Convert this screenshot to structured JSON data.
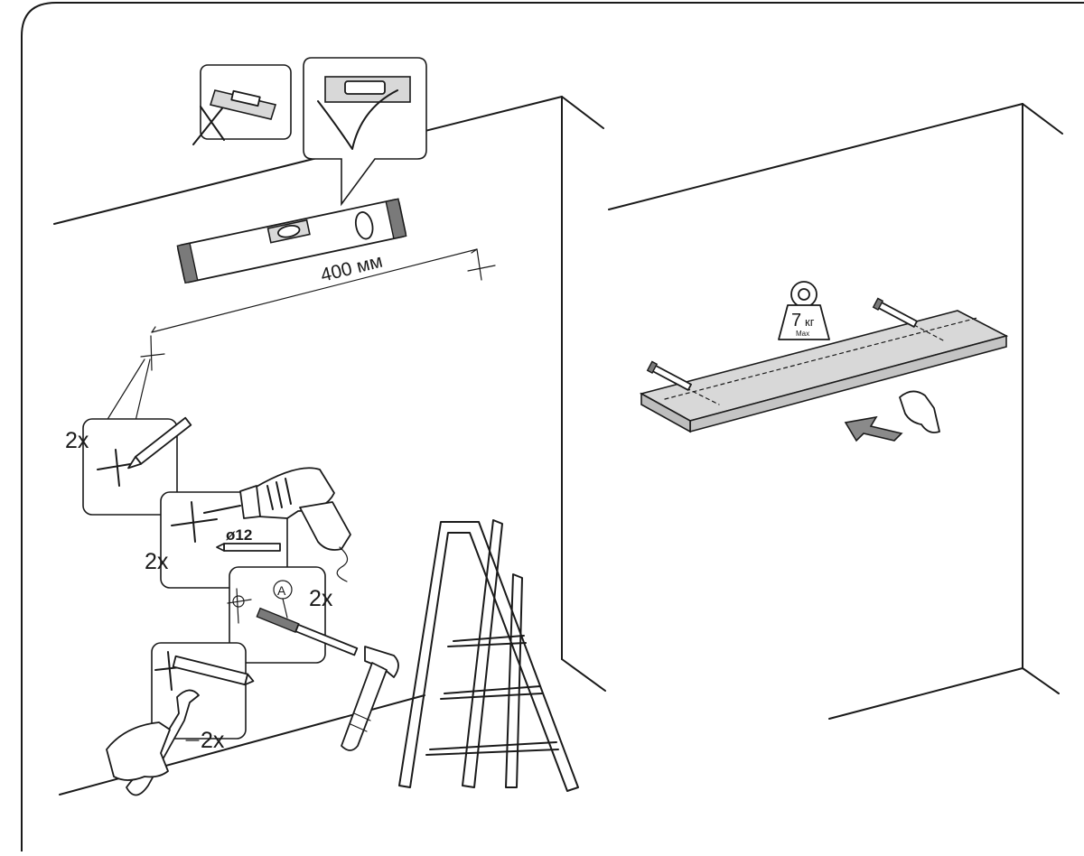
{
  "step_left": {
    "distance_label": "400 мм",
    "mark_count": "2x",
    "drill_count": "2x",
    "drill_bit_label": "ø12",
    "plug_count": "2x",
    "plug_part_letter": "A",
    "screw_count": "2x"
  },
  "step_right": {
    "weight_value": "7",
    "weight_unit": "кг",
    "weight_max": "Max"
  }
}
